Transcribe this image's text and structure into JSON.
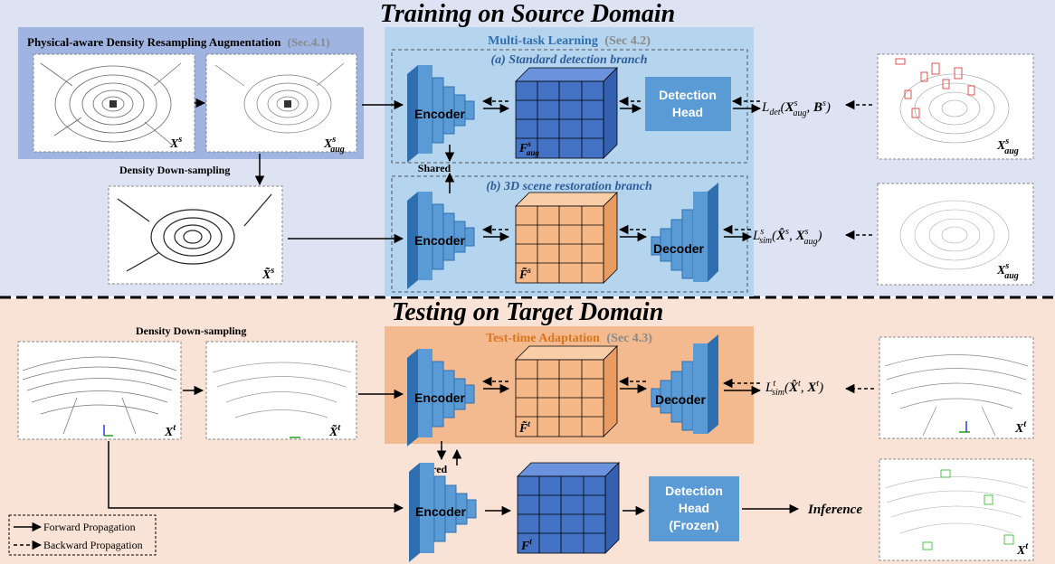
{
  "titles": {
    "training": "Training on Source Domain",
    "testing": "Testing on Target Domain"
  },
  "augmentation": {
    "label": "Physical-aware  Density Resampling Augmentation",
    "ref": "(Sec.4.1)"
  },
  "multitask": {
    "label": "Multi-task Learning",
    "ref": "(Sec 4.2)",
    "branch_a": "(a) Standard detection branch",
    "branch_b": "(b) 3D scene restoration branch"
  },
  "tta": {
    "label": "Test-time Adaptation",
    "ref": "(Sec 4.3)"
  },
  "labels": {
    "density_downsampling": "Density Down-sampling",
    "shared": "Shared",
    "encoder": "Encoder",
    "decoder": "Decoder",
    "detection_head_1": "Detection",
    "detection_head_2": "Head",
    "frozen": "(Frozen)",
    "inference": "Inference"
  },
  "legend": {
    "forward": "Forward Propagation",
    "backward": "Backward Propagation"
  },
  "variables": {
    "xs": "X",
    "xs_sup": "s",
    "xaug": "X",
    "xaug_sup": "s",
    "xaug_sub": "aug",
    "xtilde_s": "X̃",
    "xt": "X",
    "xt_sup": "t",
    "xtilde_t": "X̃",
    "faug": "F",
    "fs": "F̃",
    "ft_tilde": "F̃",
    "ft": "F"
  },
  "losses": {
    "det": "L",
    "det_sub": "det",
    "sim_s": "L",
    "sim_s_sup": "s",
    "sim_s_sub": "sim",
    "sim_t": "L",
    "sim_t_sup": "t",
    "sim_t_sub": "sim"
  },
  "colors": {
    "training_bg": "#dde3f3",
    "testing_bg": "#f8e3d6",
    "multitask_bg": "#b5d4ee",
    "augment_bg": "#9fb4e1",
    "tta_bg": "#f3b98f",
    "encoder": "#4d8fd1",
    "grid_blue": "#4472c4",
    "grid_orange": "#f7b888",
    "head": "#5b9bd5",
    "multitask_title": "#2f6fb0",
    "tta_title": "#d9761e"
  }
}
